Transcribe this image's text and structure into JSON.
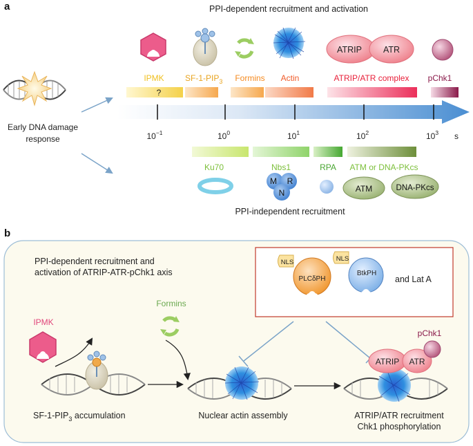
{
  "panel_a": {
    "letter": "a",
    "header": "PPI-dependent recruitment and activation",
    "side_label": [
      "Early DNA damage",
      "response"
    ],
    "upper_labels": {
      "ipmk": "IPMK",
      "sf1_pre": "SF-1-PIP",
      "sf1_sub": "3",
      "formins": "Formins",
      "actin": "Actin",
      "atrip_atr": "ATRIP/ATR complex",
      "pchk1": "pChk1",
      "question": "?"
    },
    "protein_text": {
      "atrip": "ATRIP",
      "atr": "ATR"
    },
    "ticks": [
      {
        "base": "10",
        "exp": "−1"
      },
      {
        "base": "10",
        "exp": "0"
      },
      {
        "base": "10",
        "exp": "1"
      },
      {
        "base": "10",
        "exp": "2"
      },
      {
        "base": "10",
        "exp": "3"
      }
    ],
    "unit": "s",
    "lower_labels": {
      "ku70": "Ku70",
      "nbs1": "Nbs1",
      "rpa": "RPA",
      "atm_dnapkcs": "ATM or DNA-PKcs"
    },
    "mrn": {
      "m": "M",
      "r": "R",
      "n": "N"
    },
    "lower_proteins": {
      "atm": "ATM",
      "dnapkcs": "DNA-PKcs"
    },
    "footer": "PPI-independent recruitment"
  },
  "panel_b": {
    "letter": "b",
    "title": [
      "PPI-dependent recruitment and",
      "activation of ATRIP-ATR-pChk1 axis"
    ],
    "ipmk": "IPMK",
    "formins": "Formins",
    "inhibitors": {
      "nls": "NLS",
      "plc": "PLCδPH",
      "btk": "BtkPH",
      "lat": "and Lat A"
    },
    "step1_pre": "SF-1-PIP",
    "step1_sub": "3",
    "step1_post": " accumulation",
    "step2": "Nuclear actin assembly",
    "step3": [
      "ATRIP/ATR recruitment",
      "Chk1 phosphorylation"
    ],
    "complex": {
      "atrip": "ATRIP",
      "atr": "ATR",
      "pchk1": "pChk1"
    }
  },
  "colors": {
    "ipmk": "#e0457a",
    "sf1": "#f0c020",
    "formins_label": "#f58a1f",
    "actin_label": "#f05a28",
    "atr_label": "#e8203a",
    "pchk1_label": "#8a1a4a",
    "lower_label": "#7cbf3a",
    "axis": "#4d8ed0",
    "panel_b_fill": "#fcfaee",
    "panel_b_border": "#9dbdd6",
    "inhibitor_border": "#c0392b",
    "formins_b": "#6aa84f"
  }
}
